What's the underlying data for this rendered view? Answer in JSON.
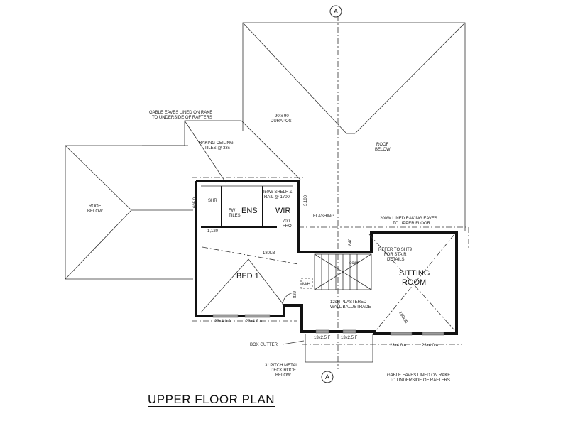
{
  "title": "UPPER FLOOR PLAN",
  "section_marker": "A",
  "rooms": {
    "bed1": "BED 1",
    "ens": "ENS",
    "wir": "WIR",
    "sitting_1": "SITTING",
    "sitting_2": "ROOM",
    "shr": "SHR",
    "mh": "M/H"
  },
  "notes": {
    "gable_top_1": "GABLE EAVES LINED ON RAKE",
    "gable_top_2": "TO UNDERSIDE OF RAFTERS",
    "durapost_1": "90 x 90",
    "durapost_2": "DURAPOST",
    "raking_1": "RAKING CEILING",
    "raking_2": "TILES @ 33c",
    "roof_below_left_1": "ROOF",
    "roof_below_left_2": "BELOW",
    "roof_below_right_1": "ROOF",
    "roof_below_right_2": "BELOW",
    "shelf_1": "450W SHELF &",
    "shelf_2": "RAIL @ 1700",
    "fw": "FW",
    "tiles": "TILES",
    "fho_1": "700",
    "fho_2": "FHO",
    "flashing": "FLASHING",
    "eaves_1": "200W LINED RAKING EAVES",
    "eaves_2": "TO UPPER FLOOR",
    "stair_1": "REFER TO SHT9",
    "stair_2": "FOR STAIR",
    "stair_3": "DETAILS",
    "down": "down",
    "balustrade_1": "12cH PLASTERED",
    "balustrade_2": "WALL BALUSTRADE",
    "lintel_bed": "180LB",
    "lintel_sit": "180UB",
    "box_gutter": "BOX GUTTER",
    "deck_1": "3° PITCH METAL",
    "deck_2": "DECK ROOF",
    "deck_3": "BELOW",
    "gable_bot_1": "GABLE EAVES LINED ON RAKE",
    "gable_bot_2": "TO UNDERSIDE OF RAFTERS"
  },
  "dimensions": {
    "d3100": "3,100",
    "d840": "840",
    "d820": "820",
    "d1120": "1,120",
    "d605": "605.0",
    "win_bed_1": "23x4.0 A",
    "win_bed_2": "23x4.0 A",
    "win_mid_1": "13x2.5 F",
    "win_mid_2": "13x2.5 F",
    "win_sit_1": "23x4.0 A",
    "win_sit_2": "23x4.0 A"
  }
}
